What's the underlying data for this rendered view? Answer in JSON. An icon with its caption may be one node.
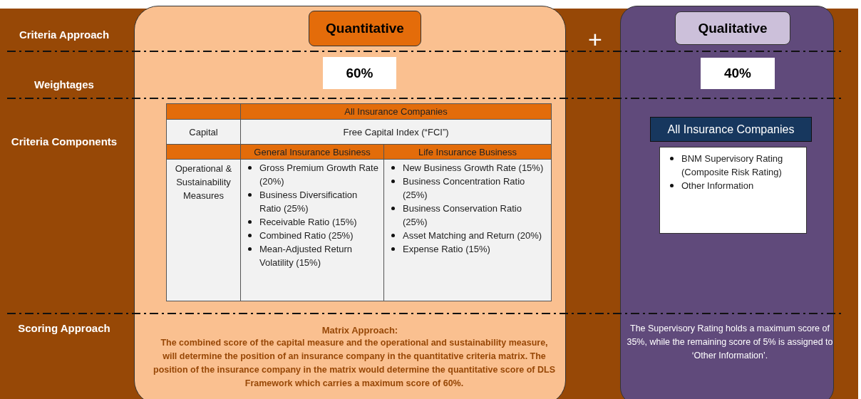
{
  "diagram": {
    "nodes": [
      {
        "text": [],
        "shape": "box"
      },
      {
        "text": [
          "Quantitative"
        ],
        "in": 0
      },
      {
        "text": [
          "60%"
        ],
        "in": 0
      },
      {
        "text": [],
        "shape": "box"
      },
      {
        "text": [
          "Qualitative"
        ],
        "in": 3
      },
      {
        "text": [
          "40%"
        ],
        "in": 3
      },
      {
        "text": [
          "All Insurance Companies"
        ],
        "in": 3
      },
      {
        "text": [
          "BNM Supervisory Rating (Composite Risk Rating)",
          "Other Information"
        ],
        "in": 3
      }
    ],
    "labels": [
      "Criteria Approach",
      "+",
      "Weightages",
      "Criteria Components",
      "All Insurance Companies",
      "Capital",
      "Free Capital Index (“FCI”)",
      "General Insurance Business",
      "Life Insurance Business",
      "Operational & Sustainability Measures",
      "Gross Premium Growth Rate (20%)",
      "Business Diversification Ratio (25%)",
      "Receivable Ratio (15%)",
      "Combined Ratio (25%)",
      "Mean-Adjusted Return Volatility (15%)",
      "New Business Growth Rate (15%)",
      "Business Concentration Ratio (25%)",
      "Business Conservation Ratio (25%)",
      "Asset Matching and Return (20%)",
      "Expense Ratio (15%)",
      "Scoring Approach",
      "Matrix Approach:",
      "The combined score of the capital measure and the operational and sustainability measure, will determine the position of an insurance company in the quantitative criteria matrix. The position of the insurance company in the matrix would determine the quantitative score of DLS Framework which carries a maximum score of 60%.",
      "The Supervisory Rating holds a maximum score of 35%, while the remaining score of 5% is assigned to ‘Other Information’."
    ]
  }
}
